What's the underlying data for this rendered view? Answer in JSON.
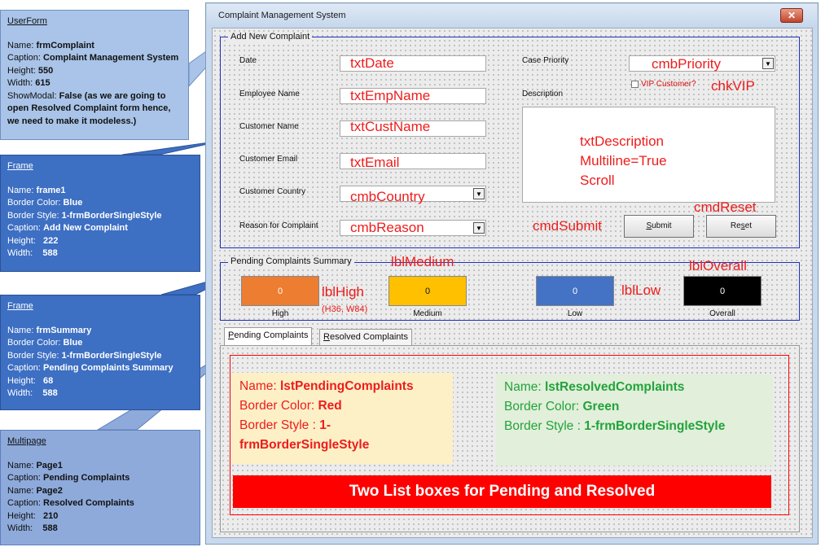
{
  "notes": {
    "userform": {
      "header": "UserForm",
      "name_label": "Name: ",
      "name_value": "frmComplaint",
      "caption_label": "Caption: ",
      "caption_value": "Complaint Management System",
      "height_label": "Height: ",
      "height_value": "550",
      "width_label": "Width:  ",
      "width_value": "615",
      "modal_label": "ShowModal: ",
      "modal_value": "False (as we are going to open Resolved Complaint form hence, we need to make it modeless.)"
    },
    "frame1": {
      "header": "Frame",
      "name_label": "Name: ",
      "name_value": "frame1",
      "border_color_label": "Border Color: ",
      "border_color_value": "Blue",
      "border_style_label": "Border Style: ",
      "border_style_value": "1-frmBorderSingleStyle",
      "caption_label": "Caption: ",
      "caption_value": "Add New Complaint",
      "height_label": "Height:   ",
      "height_value": "222",
      "width_label": "Width:    ",
      "width_value": "588"
    },
    "frame2": {
      "header": "Frame",
      "name_label": "Name: ",
      "name_value": "frmSummary",
      "border_color_label": "Border Color: ",
      "border_color_value": "Blue",
      "border_style_label": "Border Style: ",
      "border_style_value": "1-frmBorderSingleStyle",
      "caption_label": "Caption: ",
      "caption_value": "Pending Complaints Summary",
      "height_label": "Height:   ",
      "height_value": "68",
      "width_label": "Width:    ",
      "width_value": "588"
    },
    "multipage": {
      "header": "Multipage",
      "name1_label": "Name: ",
      "name1_value": "Page1",
      "caption1_label": "Caption: ",
      "caption1_value": "Pending Complaints",
      "name2_label": "Name: ",
      "name2_value": "Page2",
      "caption2_label": "Caption: ",
      "caption2_value": "Resolved Complaints",
      "height_label": "Height:   ",
      "height_value": "210",
      "width_label": "Width:    ",
      "width_value": "588"
    }
  },
  "form": {
    "title": "Complaint Management System",
    "close_glyph": "✕",
    "frame1_caption": "Add New Complaint",
    "labels": {
      "date": "Date",
      "employee": "Employee Name",
      "customer": "Customer Name",
      "email": "Customer Email",
      "country": "Customer Country",
      "reason": "Reason for Complaint",
      "priority": "Case Priority",
      "description": "Description",
      "vip": "VIP Customer?"
    },
    "annotations": {
      "date": "txtDate",
      "employee": "txtEmpName",
      "customer": "txtCustName",
      "email": "txtEmail",
      "country": "cmbCountry",
      "reason": "cmbReason",
      "priority": "cmbPriority",
      "vip": "chkVIP",
      "desc1": "txtDescription",
      "desc2": "Multiline=True",
      "desc3": "Scroll",
      "submit": "cmdSubmit",
      "reset": "cmdReset"
    },
    "buttons": {
      "submit_ul": "S",
      "submit_rest": "ubmit",
      "reset_a": "Re",
      "reset_ul": "s",
      "reset_b": "et"
    },
    "combo_arrow": "▼",
    "summary": {
      "caption": "Pending Complaints Summary",
      "high": {
        "value": "0",
        "label": "High",
        "ann": "lblHigh",
        "sub": "(H36, W84)",
        "color": "#ed7d31"
      },
      "medium": {
        "value": "0",
        "label": "Medium",
        "ann": "lblMedium",
        "color": "#ffc000"
      },
      "low": {
        "value": "0",
        "label": "Low",
        "ann": "lblLow",
        "color": "#4472c4"
      },
      "overall": {
        "value": "0",
        "label": "Overall",
        "ann": "lblOverall",
        "color": "#000000"
      }
    },
    "tabs": {
      "pending_ul": "P",
      "pending_rest": "ending Complaints",
      "resolved_ul": "R",
      "resolved_rest": "esolved Complaints"
    },
    "lists": {
      "pending": {
        "name_label": "Name: ",
        "name_value": "lstPendingComplaints",
        "color_label": "Border Color: ",
        "color_value": "Red",
        "style_label": "Border Style : ",
        "style_value": "1-frmBorderSingleStyle"
      },
      "resolved": {
        "name_label": "Name: ",
        "name_value": "lstResolvedComplaints",
        "color_label": "Border Color: ",
        "color_value": "Green",
        "style_label": "Border Style : ",
        "style_value": "1-frmBorderSingleStyle"
      }
    },
    "banner": "Two List boxes for Pending and Resolved"
  }
}
